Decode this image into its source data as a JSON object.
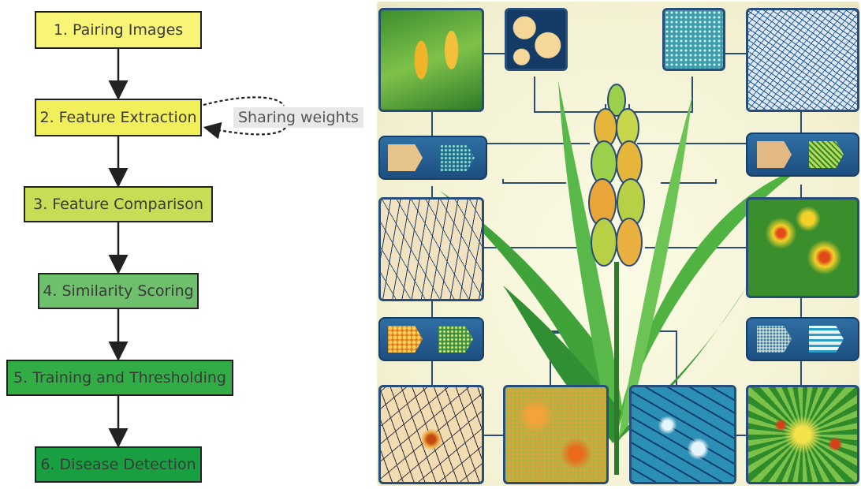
{
  "flowchart": {
    "steps": [
      {
        "label": "1. Pairing Images"
      },
      {
        "label": "2. Feature Extraction"
      },
      {
        "label": "3. Feature Comparison"
      },
      {
        "label": "4. Similarity Scoring"
      },
      {
        "label": "5. Training and Thresholding"
      },
      {
        "label": "6. Disease Detection"
      }
    ],
    "sharing_label": "Sharing weights",
    "colors": {
      "step1": "#f7f476",
      "step2": "#f1ef5a",
      "step3": "#c8dc56",
      "step4": "#6fc06d",
      "step5": "#32ad46",
      "step6": "#18a040",
      "border": "#222222"
    }
  },
  "illustration": {
    "subject": "wheat-plant",
    "tile_theme_color": "#274e7a",
    "tiles": [
      {
        "name": "corn-cobs-image"
      },
      {
        "name": "cell-pattern-thumb"
      },
      {
        "name": "fine-texture-thumb"
      },
      {
        "name": "blue-fiber-network-image"
      },
      {
        "name": "leaf-vein-image"
      },
      {
        "name": "yellow-lesion-spots-image"
      },
      {
        "name": "branching-neuron-image"
      },
      {
        "name": "orange-green-texture-image"
      },
      {
        "name": "blue-cell-network-image"
      },
      {
        "name": "radial-burst-image"
      }
    ]
  }
}
